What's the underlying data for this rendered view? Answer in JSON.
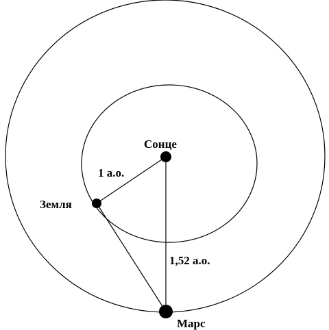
{
  "diagram": {
    "labels": {
      "sun": "Сонце",
      "earth": "Земля",
      "mars": "Марс",
      "earth_distance": "1 а.о.",
      "mars_distance": "1,52 а.о."
    },
    "colors": {
      "stroke": "#000000",
      "background": "#ffffff"
    }
  }
}
